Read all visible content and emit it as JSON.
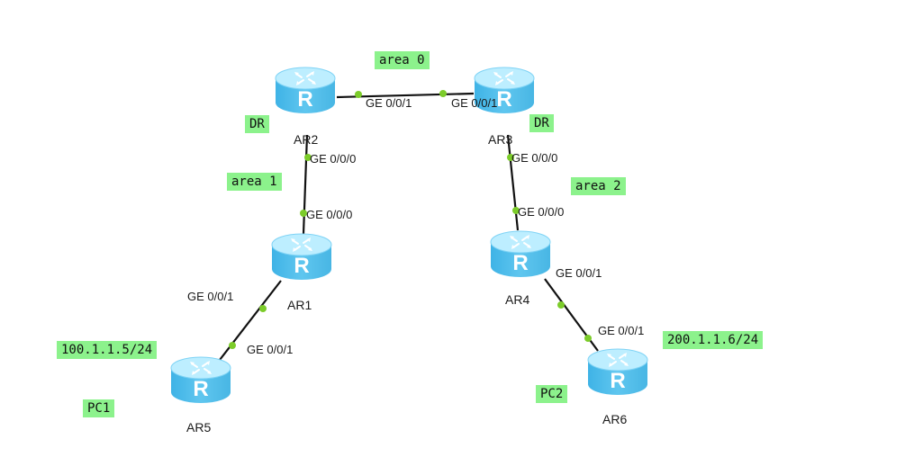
{
  "routers": [
    {
      "id": "AR2",
      "label": "AR2"
    },
    {
      "id": "AR3",
      "label": "AR3"
    },
    {
      "id": "AR1",
      "label": "AR1"
    },
    {
      "id": "AR4",
      "label": "AR4"
    },
    {
      "id": "AR5",
      "label": "AR5"
    },
    {
      "id": "AR6",
      "label": "AR6"
    }
  ],
  "tags": {
    "area0": "area 0",
    "area1": "area 1",
    "area2": "area 2",
    "dr_ar2": "DR",
    "dr_ar3": "DR",
    "net_left": "100.1.1.5/24",
    "net_right": "200.1.1.6/24",
    "pc1": "PC1",
    "pc2": "PC2"
  },
  "ports": {
    "ar2_ge001": "GE 0/0/1",
    "ar3_ge001": "GE 0/0/1",
    "ar2_ge000": "GE 0/0/0",
    "ar1_ge000": "GE 0/0/0",
    "ar3_ge000": "GE 0/0/0",
    "ar4_ge000": "GE 0/0/0",
    "ar1_ge001": "GE 0/0/1",
    "ar5_ge001": "GE 0/0/1",
    "ar4_ge001": "GE 0/0/1",
    "ar6_ge001": "GE 0/0/1"
  },
  "colors": {
    "tag_bg": "#8cf28c",
    "router_top": "#bdeeff",
    "router_body": "#5fc6ef",
    "link": "#111111",
    "port_dot": "#7ccc2a"
  },
  "icon": "router-icon"
}
